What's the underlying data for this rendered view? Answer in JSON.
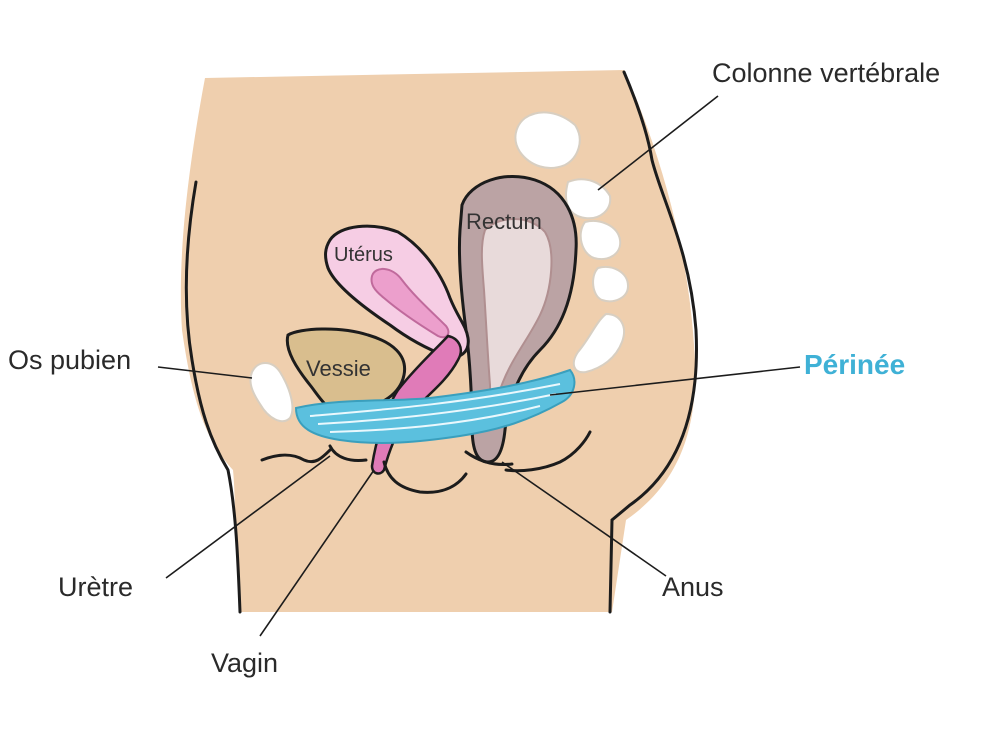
{
  "labels": {
    "colonne": "Colonne vertébrale",
    "rectum": "Rectum",
    "uterus": "Utérus",
    "vessie": "Vessie",
    "os_pubien": "Os pubien",
    "perinee": "Périnée",
    "uretre": "Urètre",
    "vagin": "Vagin",
    "anus": "Anus"
  },
  "colors": {
    "skin": "#EFCFAE",
    "outline": "#1c1c1c",
    "perinee": "#5BC0DE",
    "perinee_label": "#3FB1D6",
    "uterus": "#F6CDE4",
    "uterus_inner": "#EC9FCC",
    "vagina": "#E07BB8",
    "bladder": "#D9BE8E",
    "rectum": "#BBA3A4",
    "rectum_inner": "#E8DADA",
    "bone": "#FFFFFF"
  }
}
